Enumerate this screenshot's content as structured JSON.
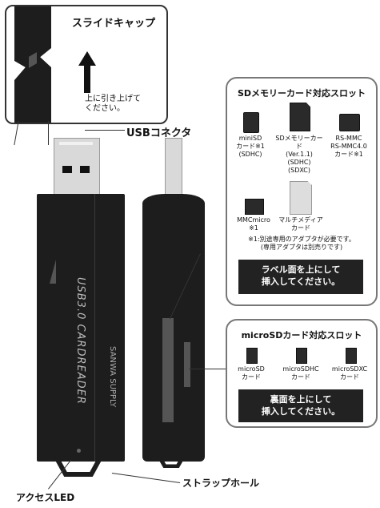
{
  "callouts": {
    "slide_cap": "スライドキャップ",
    "lift_instruction": "上に引き上げて\nください。",
    "usb_connector": "USBコネクタ",
    "strap_hole": "ストラップホール",
    "access_led": "アクセスLED"
  },
  "reader_body": {
    "side_text": "USB3.0 CARDREADER",
    "brand_text": "SANWA SUPPLY"
  },
  "sd_panel": {
    "title": "SDメモリーカード対応スロット",
    "cards": [
      {
        "label": "miniSD\nカード※1\n(SDHC)"
      },
      {
        "label": "SDメモリーカード\n(Ver.1.1)\n(SDHC)\n(SDXC)"
      },
      {
        "label": "RS-MMC\nRS-MMC4.0\nカード※1"
      },
      {
        "label": "MMCmicro\n※1"
      },
      {
        "label": "マルチメディア\nカード"
      }
    ],
    "note": "※1:別途専用のアダプタが必要です。\n(専用アダプタは別売りです)",
    "instruction": "ラベル面を上にして\n挿入してください。"
  },
  "microsd_panel": {
    "title": "microSDカード対応スロット",
    "cards": [
      {
        "label": "microSD\nカード"
      },
      {
        "label": "microSDHC\nカード"
      },
      {
        "label": "microSDXC\nカード"
      }
    ],
    "instruction": "裏面を上にして\n挿入してください。"
  },
  "colors": {
    "body": "#1d1d1d",
    "panel_border": "#777777",
    "instruction_bg": "#222222"
  }
}
